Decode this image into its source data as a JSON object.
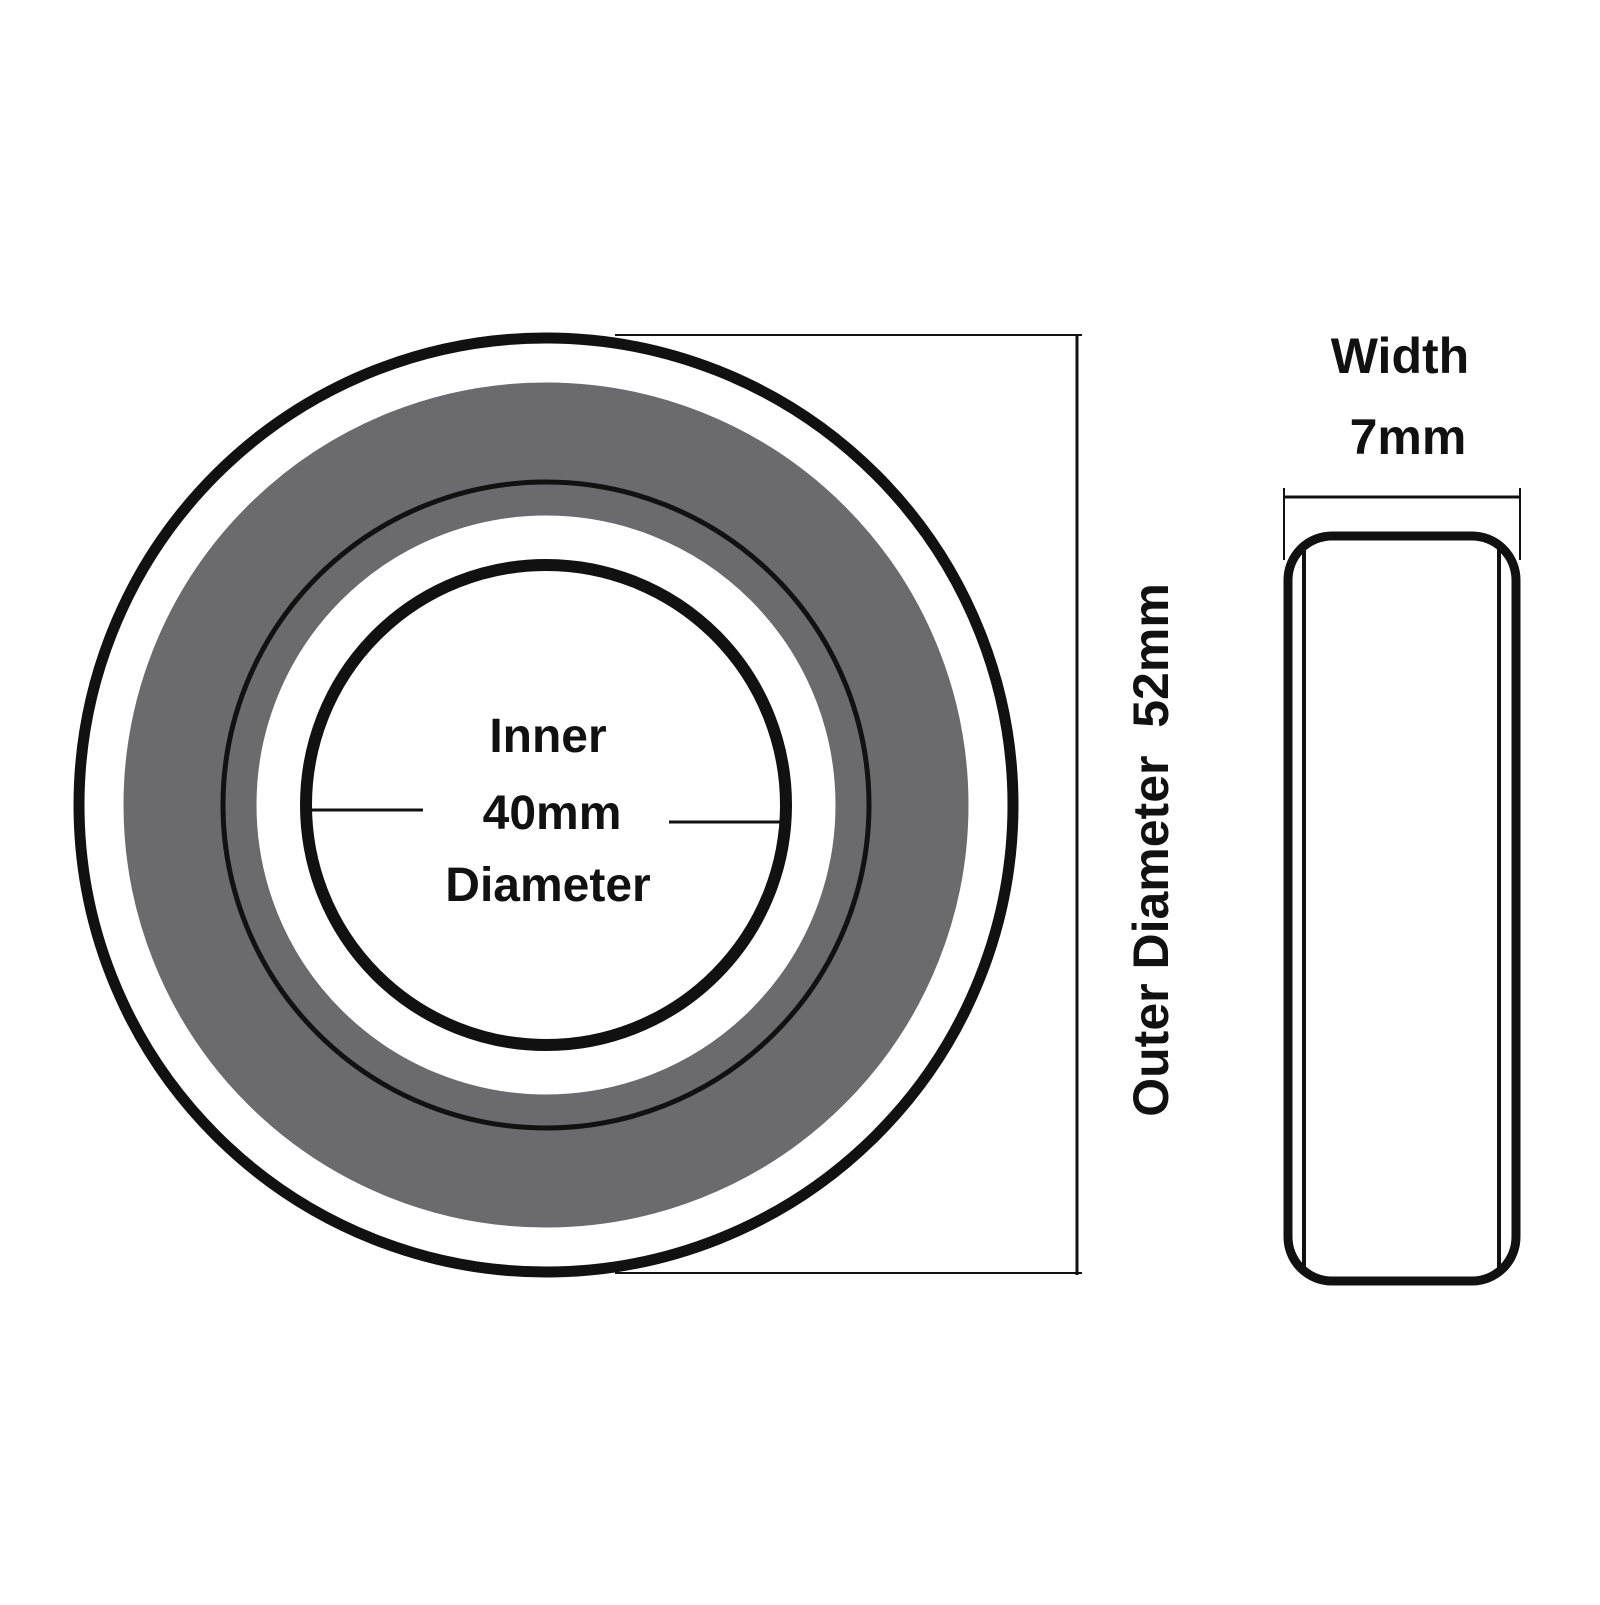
{
  "labels": {
    "inner_line1": "Inner",
    "inner_value": "40mm",
    "inner_line2": "Diameter",
    "outer": "Outer Diameter  52mm",
    "width_label": "Width",
    "width_value": "7mm"
  },
  "colors": {
    "ring": "#6b6b6d",
    "stroke": "#111111"
  }
}
